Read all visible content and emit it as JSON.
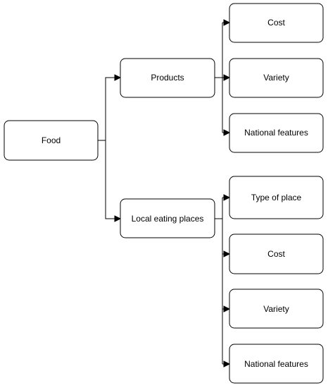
{
  "diagram": {
    "root": {
      "label": "Food"
    },
    "products": {
      "label": "Products",
      "children": [
        {
          "label": "Cost"
        },
        {
          "label": "Variety"
        },
        {
          "label": "National features"
        }
      ]
    },
    "local_eating_places": {
      "label": "Local eating places",
      "children": [
        {
          "label": "Type of place"
        },
        {
          "label": "Cost"
        },
        {
          "label": "Variety"
        },
        {
          "label": "National features"
        }
      ]
    }
  },
  "colors": {
    "stroke": "#000000",
    "fill": "#ffffff",
    "text": "#000000"
  }
}
